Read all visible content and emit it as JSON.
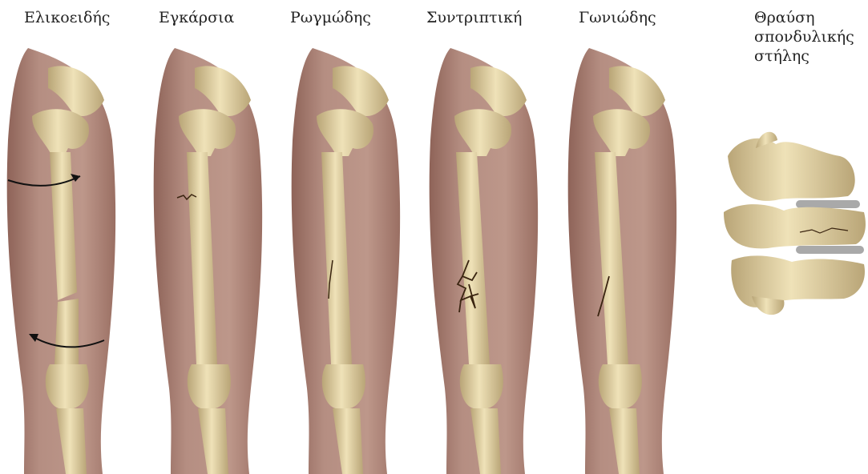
{
  "labels": {
    "spiral": "Ελικοειδής",
    "transverse": "Εγκάρσια",
    "fissured": "Ρωγμώδης",
    "comminuted": "Συντριπτική",
    "oblique": "Γωνιώδης",
    "spine_line1": "Θραύση",
    "spine_line2": "σπονδυλικής",
    "spine_line3": "στήλης"
  },
  "colors": {
    "skin": "#b58e82",
    "skin_dark": "#8e6358",
    "bone": "#e6d6a6",
    "bone_shadow": "#b9a577",
    "fracture": "#3a2410",
    "arrow": "#111111",
    "disc": "#a9a9a9"
  }
}
